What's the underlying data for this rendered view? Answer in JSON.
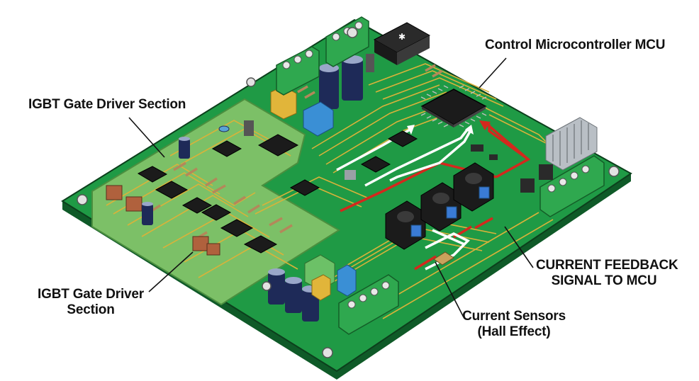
{
  "callouts": {
    "mcu": "Control Microcontroller MCU",
    "gate_driver_top": "IGBT Gate Driver Section",
    "gate_driver_bottom_line1": "IGBT Gate Driver",
    "gate_driver_bottom_line2": "Section",
    "feedback_line1": "CURRENT FEEDBACK",
    "feedback_line2": "SIGNAL TO MCU",
    "sensors_line1": "Current Sensors",
    "sensors_line2": "(Hall Effect)"
  },
  "colors": {
    "pcb_green": "#1f9a45",
    "pcb_dark": "#167a36",
    "gate_section": "#7cc067",
    "trace_gold": "#d9b23a",
    "feedback_red": "#d4281d",
    "signal_white": "#ffffff",
    "terminal_green": "#2fa84f",
    "sensor_black": "#1b1b1b",
    "sensor_blue": "#3a7bd5"
  },
  "icons": [
    "terminal-block-icon",
    "capacitor-icon",
    "ic-chip-icon",
    "hall-sensor-icon",
    "heatsink-icon",
    "voltage-regulator-icon"
  ]
}
